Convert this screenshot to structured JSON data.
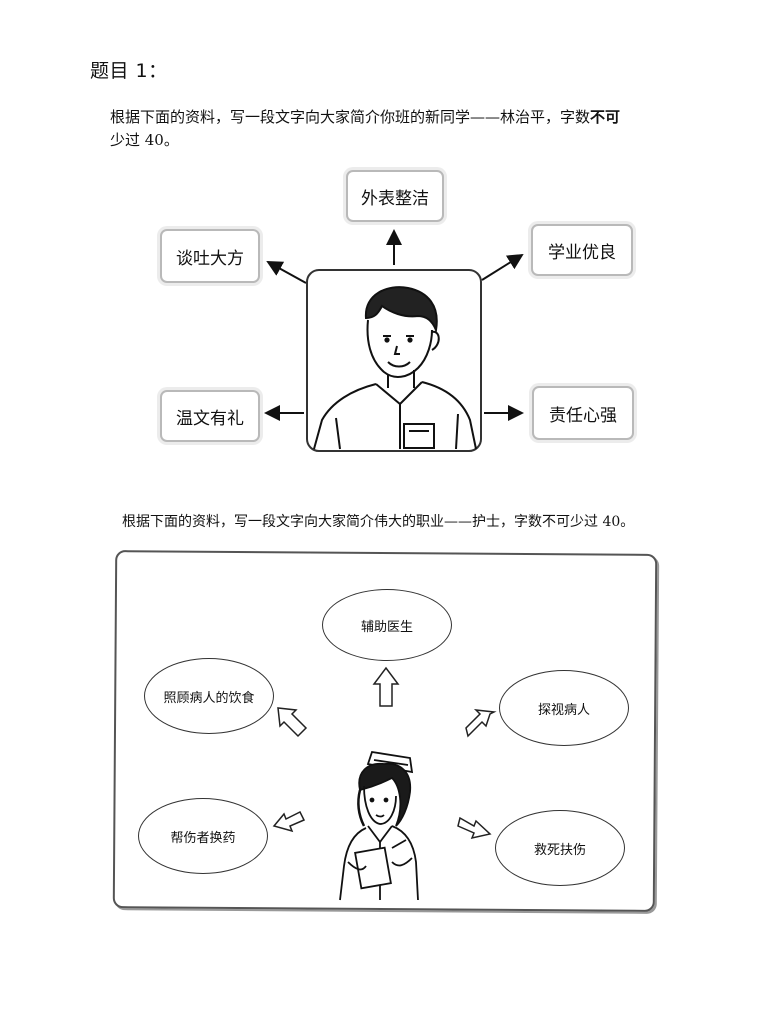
{
  "heading": "题目 1：",
  "exercise1": {
    "prompt_line1_normal": "根据下面的资料，写一段文字向大家简介你班的新同学——林治平，字数",
    "prompt_line1_bold": "不可",
    "prompt_line2": "少过 40。",
    "boxes": {
      "top": "外表整洁",
      "top_left": "谈吐大方",
      "top_right": "学业优良",
      "bottom_left": "温文有礼",
      "bottom_right": "责任心强"
    }
  },
  "exercise2": {
    "prompt": "根据下面的资料，写一段文字向大家简介伟大的职业——护士，字数不可少过 40。",
    "ellipses": {
      "top": "辅助医生",
      "upper_left": "照顾病人的饮食",
      "upper_right": "探视病人",
      "lower_left": "帮伤者换药",
      "lower_right": "救死扶伤"
    }
  }
}
